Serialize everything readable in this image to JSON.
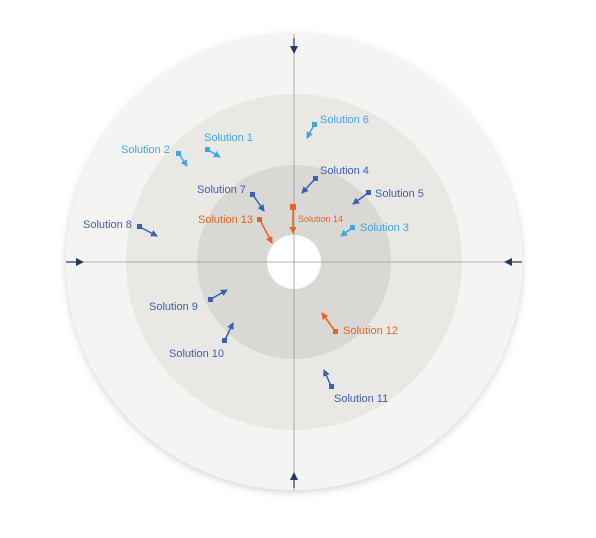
{
  "diagram": {
    "type": "radar",
    "rings": [
      "outer",
      "second",
      "third",
      "inner"
    ],
    "ring_colors": [
      "#f4f4f2",
      "#e9e8e4",
      "#d9d8d4",
      "#ffffff"
    ],
    "axis_color": "#9a9a9a",
    "arrow_color": "#1f3b63"
  },
  "legend_colors": {
    "light_blue": "#3ea6e0",
    "dark_blue": "#3c5fb3",
    "orange": "#e4661f"
  },
  "items": [
    {
      "id": "s1",
      "label": "Solution 1",
      "color": "#3ea6e0"
    },
    {
      "id": "s2",
      "label": "Solution 2",
      "color": "#3ea6e0"
    },
    {
      "id": "s3",
      "label": "Solution 3",
      "color": "#3ea6e0"
    },
    {
      "id": "s4",
      "label": "Solution 4",
      "color": "#3c5fb3"
    },
    {
      "id": "s5",
      "label": "Solution 5",
      "color": "#3c5fb3"
    },
    {
      "id": "s6",
      "label": "Solution 6",
      "color": "#3ea6e0"
    },
    {
      "id": "s7",
      "label": "Solution 7",
      "color": "#3c5fb3"
    },
    {
      "id": "s8",
      "label": "Solution 8",
      "color": "#3c5fb3"
    },
    {
      "id": "s9",
      "label": "Solution 9",
      "color": "#3c5fb3"
    },
    {
      "id": "s10",
      "label": "Solution 10",
      "color": "#3c5fb3"
    },
    {
      "id": "s11",
      "label": "Solution 11",
      "color": "#3c5fb3"
    },
    {
      "id": "s12",
      "label": "Solution 12",
      "color": "#e4661f"
    },
    {
      "id": "s13",
      "label": "Solution 13",
      "color": "#e4661f"
    },
    {
      "id": "s14",
      "label": "Solution 14",
      "color": "#e4661f"
    }
  ]
}
